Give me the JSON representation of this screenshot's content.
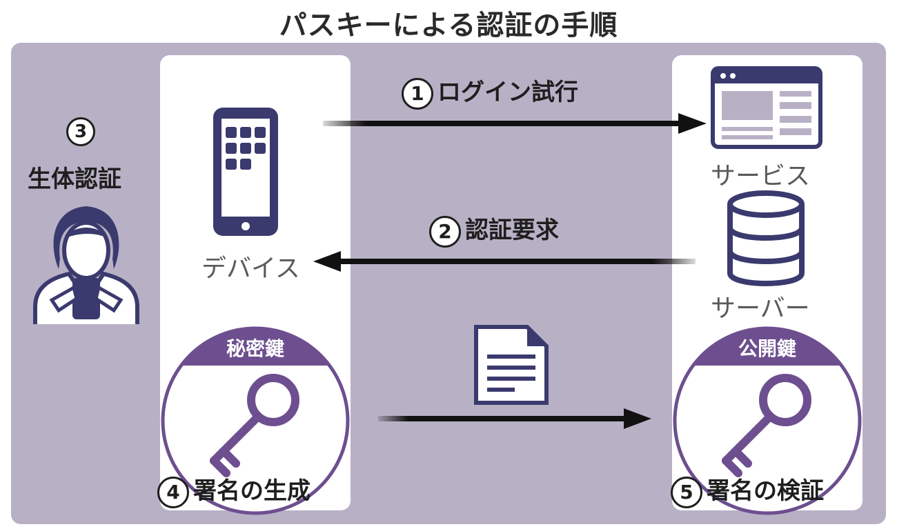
{
  "title": "パスキーによる認証の手順",
  "steps": {
    "s1": {
      "num": "1",
      "text": "ログイン試行"
    },
    "s2": {
      "num": "2",
      "text": "認証要求"
    },
    "s3": {
      "num": "3",
      "text": "生体認証"
    },
    "s4": {
      "num": "4",
      "text": "署名の生成"
    },
    "s5": {
      "num": "5",
      "text": "署名の検証"
    }
  },
  "labels": {
    "device": "デバイス",
    "service": "サービス",
    "server": "サーバー",
    "private_key": "秘密鍵",
    "public_key": "公開鍵"
  },
  "colors": {
    "panel": "#b8b1c6",
    "purple": "#6d4f8f",
    "navy": "#3a3a6e",
    "arrow": "#111111"
  },
  "icons": [
    "tablet-icon",
    "browser-window-icon",
    "database-icon",
    "person-icon",
    "document-icon",
    "key-icon"
  ]
}
